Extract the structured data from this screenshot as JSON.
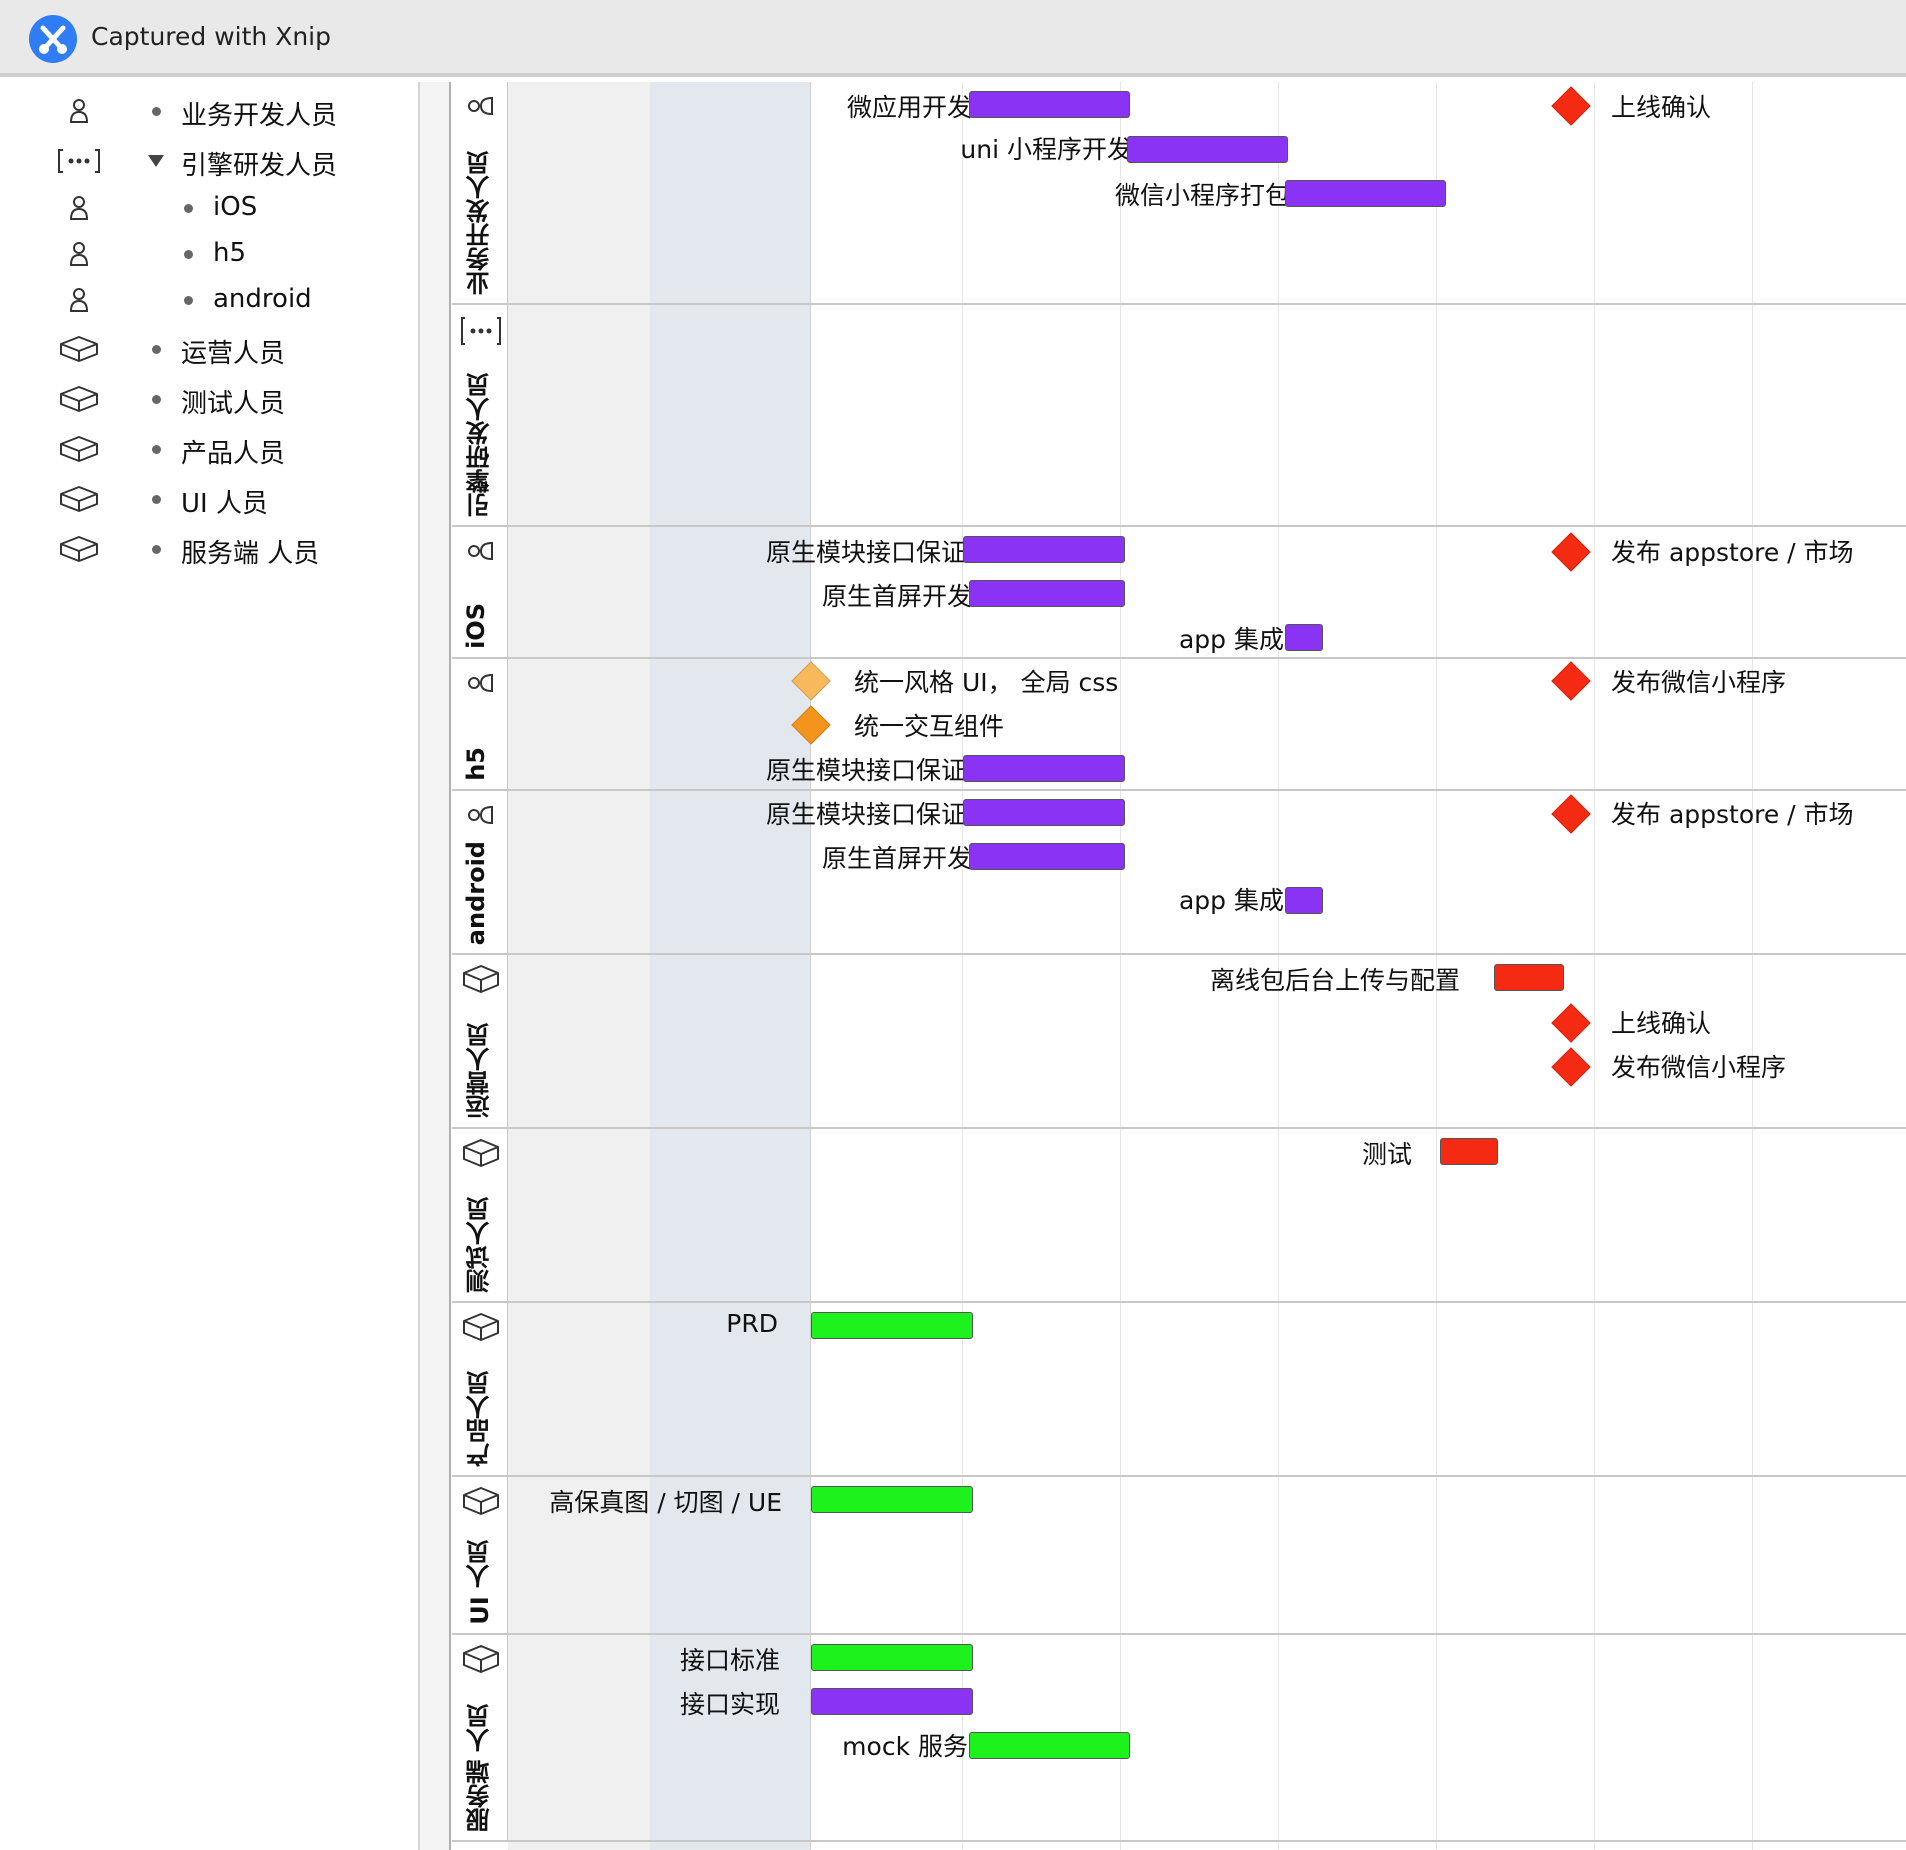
{
  "app": {
    "title": "Captured with Xnip",
    "icon": "xnip-logo-icon"
  },
  "colors": {
    "purple": "#8a33f5",
    "green": "#1df21d",
    "red": "#f52a13",
    "orange": "#f4941c",
    "light_orange": "#f8b85c",
    "milestone": "#f52a13"
  },
  "outline": [
    {
      "label": "业务开发人员",
      "icon": "person-icon",
      "level": 1,
      "marker": "bullet"
    },
    {
      "label": "引擎研发人员",
      "icon": "group-icon",
      "level": 1,
      "marker": "triangle"
    },
    {
      "label": "iOS",
      "icon": "person-icon",
      "level": 2,
      "marker": "bullet"
    },
    {
      "label": "h5",
      "icon": "person-icon",
      "level": 2,
      "marker": "bullet"
    },
    {
      "label": "android",
      "icon": "person-icon",
      "level": 2,
      "marker": "bullet"
    },
    {
      "label": "运营人员",
      "icon": "cube-icon",
      "level": 1,
      "marker": "bullet"
    },
    {
      "label": "测试人员",
      "icon": "cube-icon",
      "level": 1,
      "marker": "bullet"
    },
    {
      "label": "产品人员",
      "icon": "cube-icon",
      "level": 1,
      "marker": "bullet"
    },
    {
      "label": "UI 人员",
      "icon": "cube-icon",
      "level": 1,
      "marker": "bullet"
    },
    {
      "label": "服务端 人员",
      "icon": "cube-icon",
      "level": 1,
      "marker": "bullet"
    }
  ],
  "lanes": [
    {
      "label": "业务开发人员",
      "icon": "person-icon",
      "tasks": [
        {
          "label": "微应用开发",
          "color": "purple"
        },
        {
          "label": "uni 小程序开发",
          "color": "purple"
        },
        {
          "label": "微信小程序打包",
          "color": "purple"
        }
      ],
      "milestones": [
        {
          "label": "上线确认",
          "color": "milestone"
        }
      ]
    },
    {
      "label": "引擎研发人员",
      "icon": "group-icon",
      "tasks": [],
      "milestones": []
    },
    {
      "label": "iOS",
      "icon": "person-icon",
      "tasks": [
        {
          "label": "原生模块接口保证",
          "color": "purple"
        },
        {
          "label": "原生首屏开发",
          "color": "purple"
        },
        {
          "label": "app 集成",
          "color": "purple"
        }
      ],
      "milestones": [
        {
          "label": "发布 appstore / 市场",
          "color": "milestone"
        }
      ]
    },
    {
      "label": "h5",
      "icon": "person-icon",
      "tasks": [
        {
          "label": "原生模块接口保证",
          "color": "purple"
        }
      ],
      "milestones": [
        {
          "label": "统一风格 UI， 全局 css",
          "color": "light_orange"
        },
        {
          "label": "统一交互组件",
          "color": "orange"
        },
        {
          "label": "发布微信小程序",
          "color": "milestone"
        }
      ]
    },
    {
      "label": "android",
      "icon": "person-icon",
      "tasks": [
        {
          "label": "原生模块接口保证",
          "color": "purple"
        },
        {
          "label": "原生首屏开发",
          "color": "purple"
        },
        {
          "label": "app 集成",
          "color": "purple"
        }
      ],
      "milestones": [
        {
          "label": "发布 appstore / 市场",
          "color": "milestone"
        }
      ]
    },
    {
      "label": "运营人员",
      "icon": "cube-icon",
      "tasks": [
        {
          "label": "离线包后台上传与配置",
          "color": "red"
        }
      ],
      "milestones": [
        {
          "label": "上线确认",
          "color": "milestone"
        },
        {
          "label": "发布微信小程序",
          "color": "milestone"
        }
      ]
    },
    {
      "label": "测试人员",
      "icon": "cube-icon",
      "tasks": [
        {
          "label": "测试",
          "color": "red"
        }
      ],
      "milestones": []
    },
    {
      "label": "产品人员",
      "icon": "cube-icon",
      "tasks": [
        {
          "label": "PRD",
          "color": "green"
        }
      ],
      "milestones": []
    },
    {
      "label": "UI 人员",
      "icon": "cube-icon",
      "tasks": [
        {
          "label": "高保真图 / 切图 / UE",
          "color": "green"
        }
      ],
      "milestones": []
    },
    {
      "label": "服务端 人员",
      "icon": "cube-icon",
      "tasks": [
        {
          "label": "接口标准",
          "color": "green"
        },
        {
          "label": "接口实现",
          "color": "purple"
        },
        {
          "label": "mock 服务",
          "color": "green"
        }
      ],
      "milestones": []
    }
  ]
}
